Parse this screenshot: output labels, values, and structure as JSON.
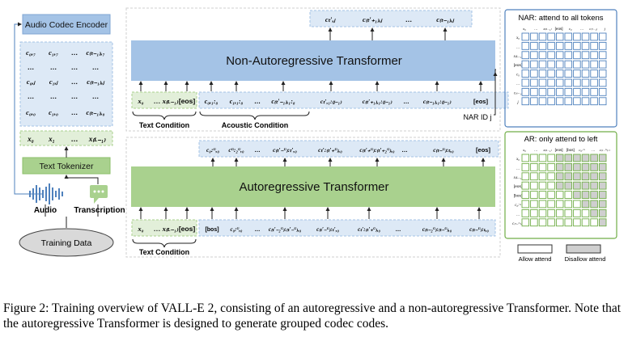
{
  "left_column": {
    "encoder_label": "Audio Codec Encoder",
    "codec_rows": [
      [
        "c₀,₇",
        "c₁,₇",
        "…",
        "c₍ₜ₋₁₎,₇"
      ],
      [
        "…",
        "…",
        "…",
        "…"
      ],
      [
        "c₀,ⱼ",
        "c₁,ⱼ",
        "…",
        "c₍ₜ₋₁₎,ⱼ"
      ],
      [
        "…",
        "…",
        "…",
        "…"
      ],
      [
        "c₀,₀",
        "c₁,₀",
        "…",
        "c₍ₜ₋₁₎,₀"
      ]
    ],
    "text_tokens": [
      "x₀",
      "x₁",
      "…",
      "x₍ʟ₋₁₎"
    ],
    "tokenizer_label": "Text Tokenizer",
    "audio_label": "Audio",
    "transcription_label": "Transcription",
    "training_data_label": "Training Data"
  },
  "nar": {
    "title": "Non-Autoregressive Transformer",
    "outputs": [
      "cₜ′,ⱼ",
      "c₍ₜ′₊₁₎,ⱼ",
      "…",
      "c₍ₜ₋₁₎,ⱼ"
    ],
    "text_inputs": [
      "x₀",
      "… x₍ʟ₋₁₎",
      "[eos]"
    ],
    "acoustic_inputs": [
      "c₀,₁:₈",
      "c₁,₁:₈",
      "…",
      "c₍ₜ′₋₁₎,₁:₈"
    ],
    "target_inputs": [
      "cₜ′,₁:₍ⱼ₋₁₎",
      "c₍ₜ′₊₁₎,₁:₍ⱼ₋₁₎",
      "…",
      "c₍ₜ₋₁₎,₁:₍ⱼ₋₁₎",
      "[eos]"
    ],
    "text_condition_label": "Text Condition",
    "acoustic_condition_label": "Acoustic Condition",
    "nar_id_label": "NAR ID j"
  },
  "ar": {
    "title": "Autoregressive Transformer",
    "outputs": [
      "c₀:ᴳ,₀",
      "cᴳ:₂ᴳ,₀",
      "…",
      "c₍ₜ′₋ᴳ₎:ₜ′,₀",
      "cₜ′:₍ₜ′₊ᴳ₎,₀",
      "c₍ₜ′₊ᴳ₎:₍ₜ′₊₂ᴳ₎,₀",
      "…",
      "c₍ₜ₋ᴳ₎:ₜ,₀",
      "[eos]"
    ],
    "text_inputs": [
      "x₀",
      "… x₍ʟ₋₁₎",
      "[eos]"
    ],
    "seq_inputs": [
      "[bos]",
      "c₀:ᴳ,₀",
      "…",
      "c₍ₜ′₋₂ᴳ₎:₍ₜ′₋ᴳ₎,₀",
      "c₍ₜ′₋ᴳ₎:ₜ′,₀",
      "cₜ′:₍ₜ′₊ᴳ₎,₀",
      "…",
      "c₍ₜ₋₂ᴳ₎:₍ₜ₋ᴳ₎,₀",
      "c₍ₜ₋ᴳ₎:ₜ,₀"
    ],
    "text_condition_label": "Text Condition"
  },
  "nar_mask": {
    "title": "NAR: attend to all tokens",
    "col_headers": [
      "x₀",
      "…",
      "x₍ʟ₋₁₎",
      "[eos]",
      "c₀",
      "…",
      "c₍ₜ₋₁₎",
      "j"
    ],
    "row_headers": [
      "x₀",
      "…",
      "x₍ʟ₋₁₎",
      "[eos]",
      "c₀",
      "…",
      "c₍ₜ₋₁₎",
      "j"
    ],
    "rows": 8,
    "cols": 10,
    "pattern": "all"
  },
  "ar_mask": {
    "title": "AR: only attend to left",
    "col_headers": [
      "x₀",
      "…",
      "x₍ʟ₋₁₎",
      "[eos]",
      "[bos]",
      "c₀:ᴳ",
      "…",
      "c₍ₜ₋ᴳ₎:ₜ"
    ],
    "row_headers": [
      "x₀",
      "…",
      "x₍ʟ₋₁₎",
      "[eos]",
      "[bos]",
      "c₀:ᴳ",
      "…",
      "c₍ₜ₋ᴳ₎:ₜ"
    ],
    "rows": 8,
    "cols": 10,
    "pattern": "causal"
  },
  "legend": {
    "allow_label": "Allow attend",
    "disallow_label": "Disallow attend"
  },
  "colors": {
    "blue_fill": "#a4c3e6",
    "blue_light": "#dde9f6",
    "green_fill": "#a9d18e",
    "green_light": "#e2efd9",
    "grid_blue": "#4f81bd",
    "grid_green": "#70ad47",
    "gray_fill": "#cfcfcf"
  },
  "caption": "Figure 2:  Training overview of VALL-E 2, consisting of an autoregressive and a non-autoregressive Transformer. Note that the autoregressive Transformer is designed to generate grouped codec codes."
}
